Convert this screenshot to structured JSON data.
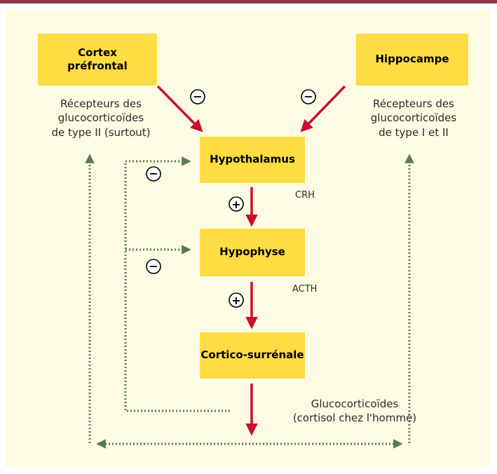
{
  "nodes": {
    "cortex": "Cortex préfrontal",
    "hippocampe": "Hippocampe",
    "hypothalamus": "Hypothalamus",
    "hypophyse": "Hypophyse",
    "cortico": "Cortico-surrénale"
  },
  "notes": {
    "recepteurs_left": [
      "Récepteurs des",
      "glucocorticoïdes",
      "de type II (surtout)"
    ],
    "recepteurs_right": [
      "Récepteurs des",
      "glucocorticoïdes",
      "de type I et II"
    ],
    "crh": "CRH",
    "acth": "ACTH",
    "gluco": [
      "Glucocorticoïdes",
      "(cortisol chez l'homme)"
    ]
  },
  "signs": {
    "minus": "−",
    "plus": "+"
  },
  "colors": {
    "top_bar": "#8f3a47",
    "panel_bg": "#fdfbe3",
    "box_fill": "#fddc44",
    "activation_arrow": "#c8102e",
    "feedback_arrow": "#5a7d4e"
  }
}
